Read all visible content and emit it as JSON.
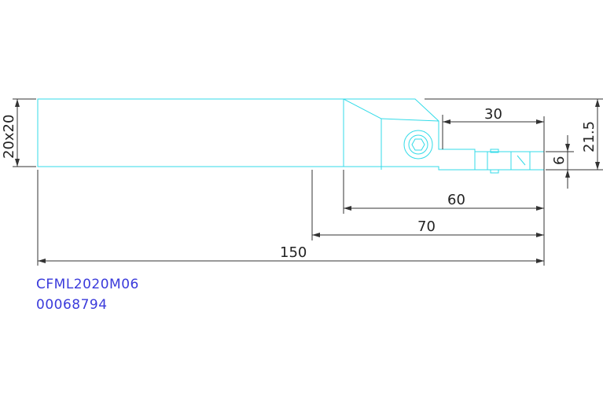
{
  "drawing": {
    "dimensions": {
      "d30": "30",
      "d60": "60",
      "d70": "70",
      "d150": "150",
      "d6": "6",
      "d21_5": "21.5",
      "d20x20": "20x20"
    },
    "part_code": "CFML2020M06",
    "part_number": "00068794",
    "colors": {
      "outline": "#33dbe8",
      "dimension": "#333333",
      "label": "#3a3adb",
      "background": "#ffffff"
    }
  }
}
